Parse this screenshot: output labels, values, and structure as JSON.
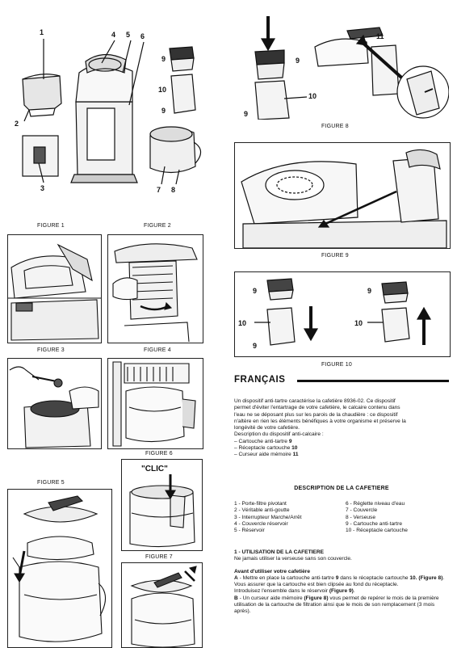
{
  "captions": {
    "figure1": "FIGURE 1",
    "figure2": "FIGURE 2",
    "figure3": "FIGURE 3",
    "figure4": "FIGURE 4",
    "figure5": "FIGURE 5",
    "figure6": "FIGURE 6",
    "figure7": "FIGURE 7",
    "figure8": "FIGURE 8",
    "figure9": "FIGURE 9",
    "figure10": "FIGURE 10"
  },
  "callouts": {
    "n1": "1",
    "n2": "2",
    "n3": "3",
    "n4": "4",
    "n5": "5",
    "n6": "6",
    "n7": "7",
    "n8": "8",
    "n9a": "9",
    "n10a": "10",
    "n9b": "9",
    "f8_9": "9",
    "f8_10": "10",
    "f8_9b": "9",
    "f8_11": "11",
    "f10_9l": "9",
    "f10_10l": "10",
    "f10_9lb": "9",
    "f10_9r": "9",
    "f10_10r": "10",
    "clic": "\"CLIC\""
  },
  "section": {
    "language": "FRANÇAIS",
    "intro_lines": [
      "Un dispositif anti-tartre caractérise la cafetière 8936-02. Ce dispositif",
      "permet d'éviter l'entartrage de votre cafetière, le calcaire contenu dans",
      "l'eau ne se déposant plus sur les parois de la chaudière : ce dispositif",
      "n'altère en rien les éléments bénéfiques à votre organisme et préserve la",
      "longévité de votre cafetière."
    ],
    "desc_intro": "Description du dispositif anti-calcaire :",
    "list": [
      {
        "text": "– Cartouche anti-tartre ",
        "num": "9"
      },
      {
        "text": "– Réceptacle cartouche ",
        "num": "10"
      },
      {
        "text": "– Curseur aide mémoire ",
        "num": "11"
      }
    ],
    "desc_heading": "DESCRIPTION DE LA CAFETIERE",
    "parts_left": [
      "1 - Porte-filtre pivotant",
      "2 - Véritable anti-goutte",
      "3 - Interrupteur Marche/Arrêt",
      "4 - Couvercle réservoir",
      "5 - Réservoir"
    ],
    "parts_right": [
      "6 - Réglette niveau d'eau",
      "7 - Couvercle",
      "8 - Verseuse",
      "9 - Cartouche anti-tartre",
      "10 - Réceptacle cartouche"
    ],
    "usage_heading": "1 - UTILISATION DE LA CAFETIERE",
    "usage_line": "Ne jamais utiliser la verseuse sans son couvercle.",
    "before_heading": "Avant d'utiliser votre cafetière",
    "para_a": [
      {
        "t": "A",
        "b": true
      },
      {
        "t": " - Mettre en place la cartouche anti-tartre  "
      },
      {
        "t": "9",
        "b": true
      },
      {
        "t": " dans le réceptacle cartouche "
      },
      {
        "t": "10. (Figure 8)",
        "b": true
      },
      {
        "t": ". Vous assurer que la cartouche est bien clipsée au fond du réceptacle."
      }
    ],
    "para_a2": [
      {
        "t": "Introduisez l'ensemble dans le réservoir "
      },
      {
        "t": "(Figure 9)",
        "b": true
      },
      {
        "t": "."
      }
    ],
    "para_b": [
      {
        "t": "B",
        "b": true
      },
      {
        "t": " - Un curseur aide mémoire "
      },
      {
        "t": "(Figure 8)",
        "b": true
      },
      {
        "t": " vous permet de repérer le mois de la première utilisation de la cartouche de filtration ainsi que le mois de son remplacement (3 mois après)."
      }
    ]
  }
}
